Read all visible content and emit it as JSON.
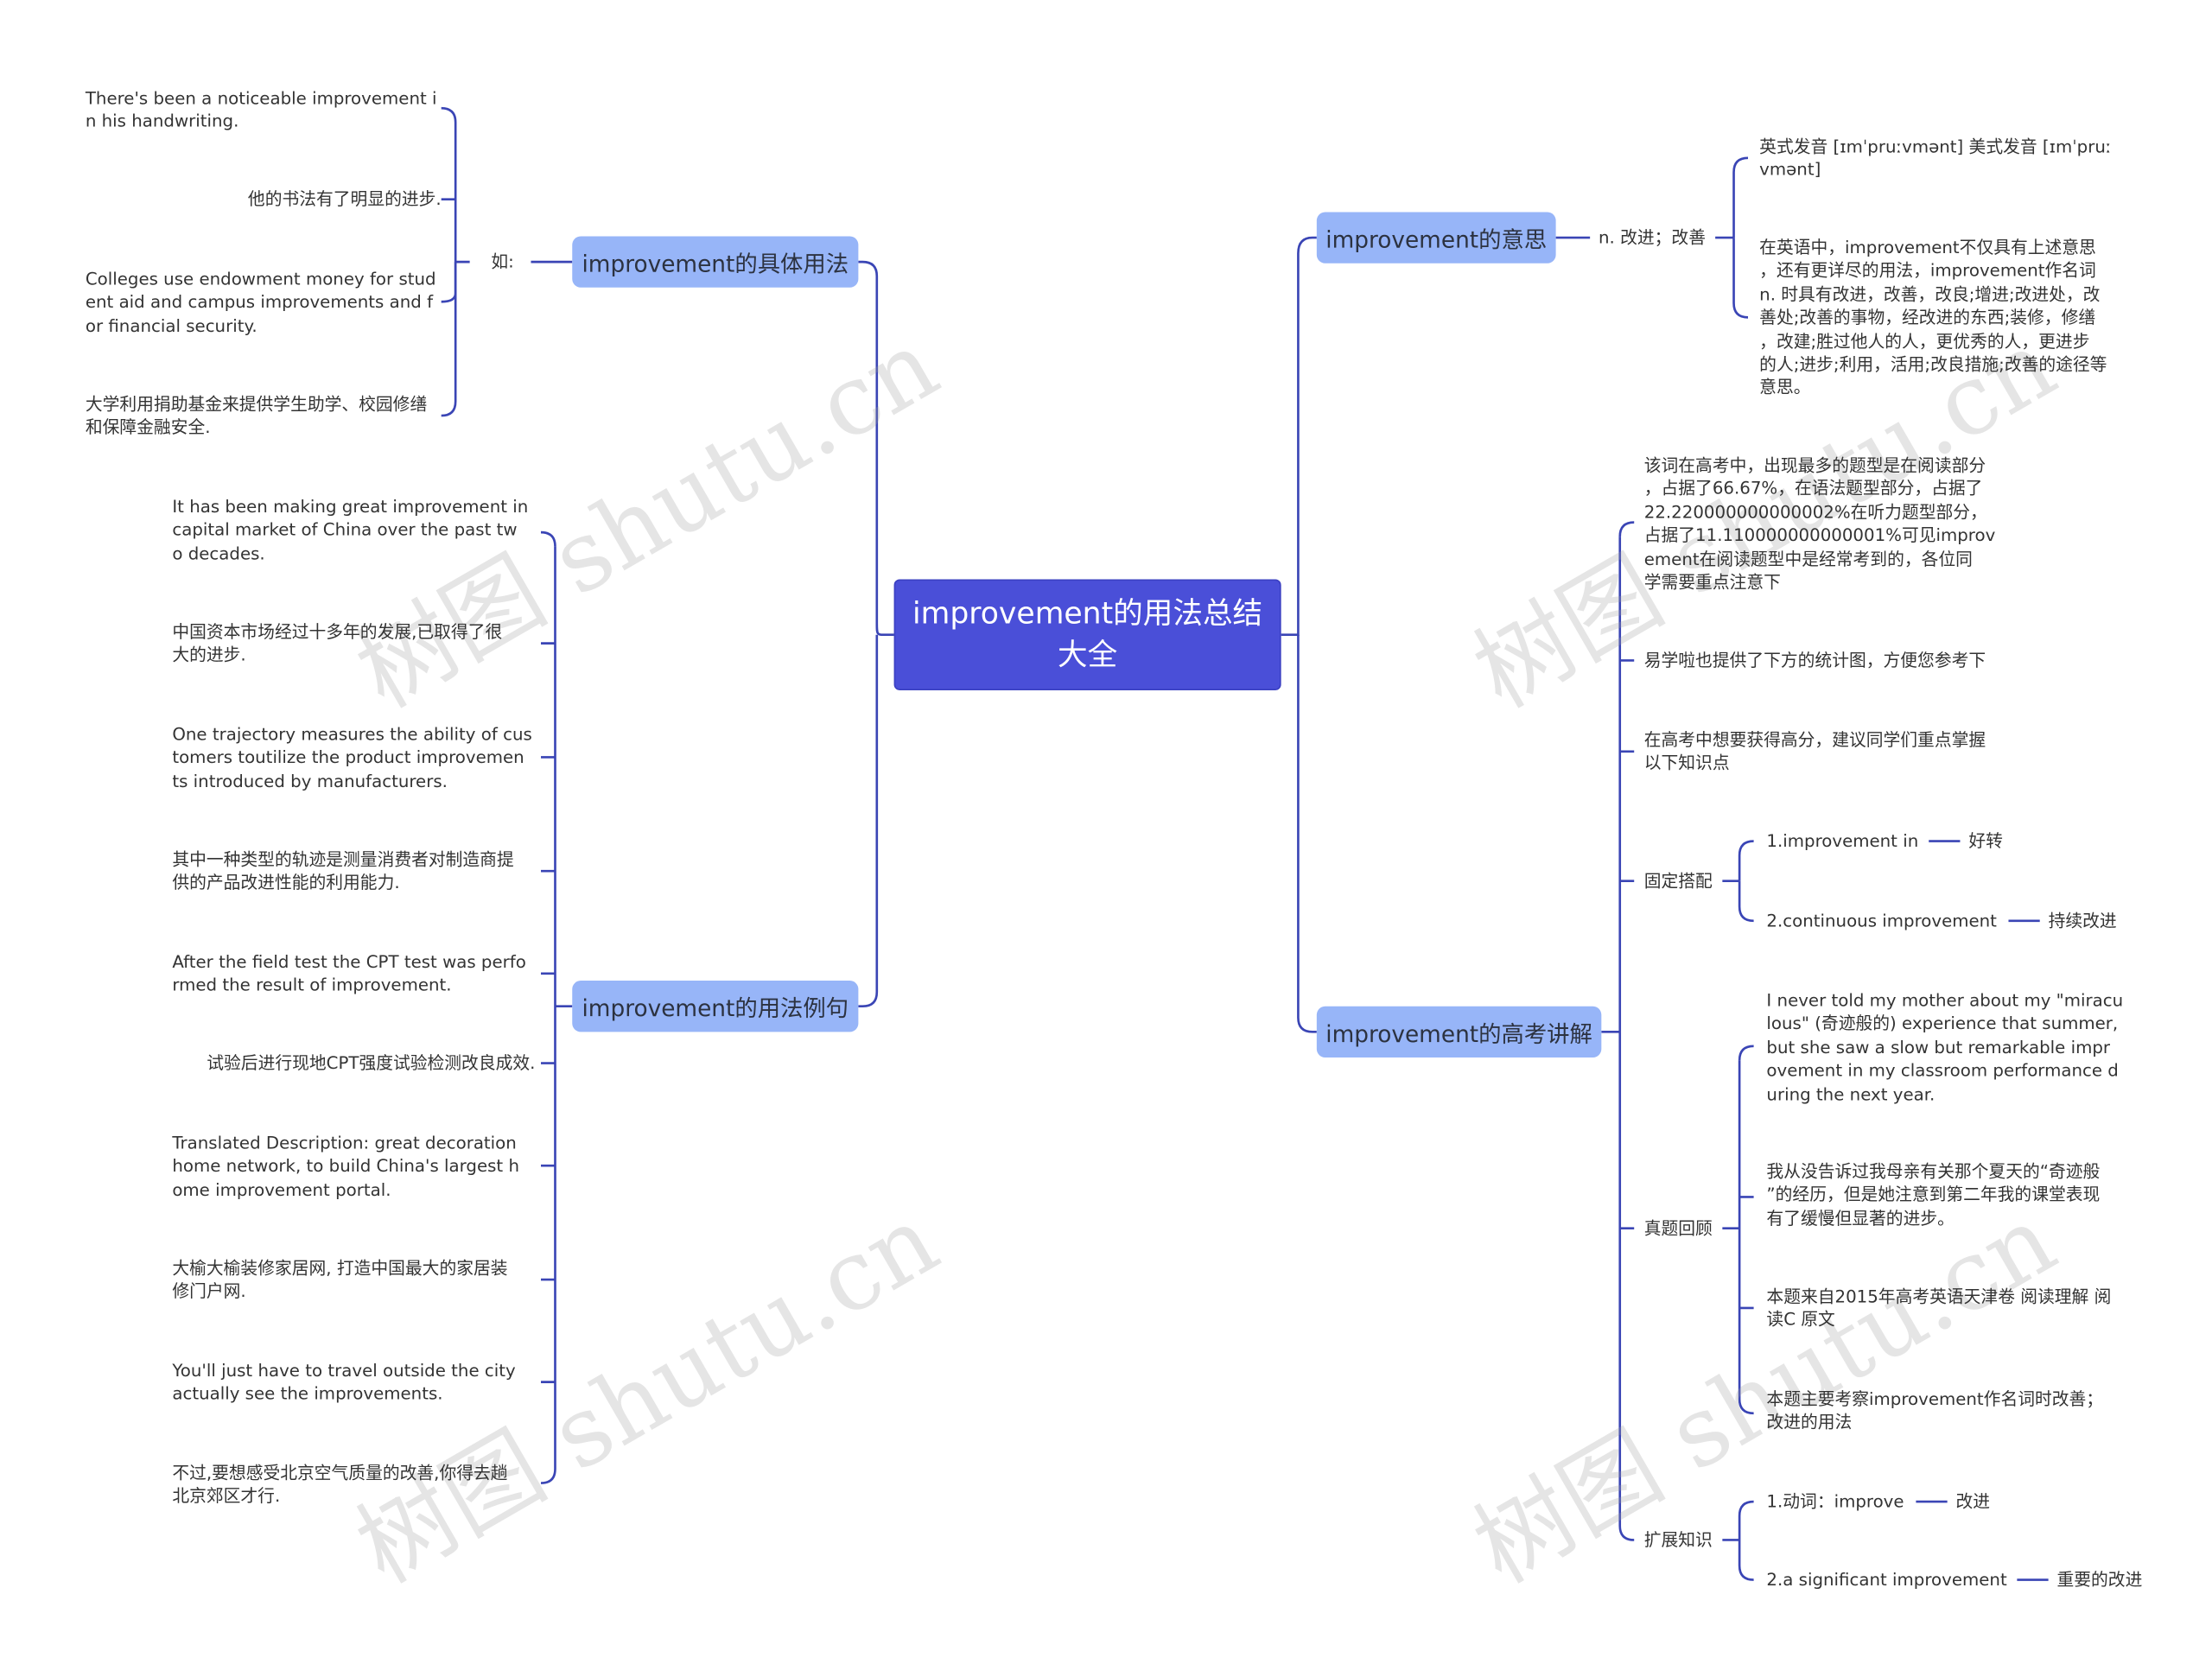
{
  "root": {
    "title": "improvement的用法总结大全"
  },
  "branches": {
    "specific_usage": "improvement的具体用法",
    "example_sentences": "improvement的用法例句",
    "meaning": "improvement的意思",
    "exam": "improvement的高考讲解"
  },
  "specific_usage": {
    "connector": "如:",
    "items": [
      "There's been a noticeable improvement i\nn his handwriting.",
      "他的书法有了明显的进步.",
      "Colleges use endowment money for stud\nent aid and campus improvements and f\nor financial security.",
      "大学利用捐助基金来提供学生助学、校园修缮\n和保障金融安全."
    ]
  },
  "examples": {
    "items": [
      "It has been making great improvement in\n capital market of China over the past tw\no decades.",
      "中国资本市场经过十多年的发展,已取得了很\n大的进步.",
      "One trajectory measures the ability of cus\ntomers toutilize the product improvemen\nts introduced by manufacturers.",
      "其中一种类型的轨迹是测量消费者对制造商提\n供的产品改进性能的利用能力.",
      "After the field test the CPT test was perfo\nrmed the result of improvement.",
      "试验后进行现地CPT强度试验检测改良成效.",
      "Translated Description: great decoration\nhome network, to build China's largest h\nome improvement portal.",
      "大榆大榆装修家居网, 打造中国最大的家居装\n修门户网.",
      "You'll just have to travel outside the city\nactually see the improvements.",
      "不过,要想感受北京空气质量的改善,你得去趟\n北京郊区才行."
    ]
  },
  "meaning": {
    "pos": "n. 改进；改善",
    "pronunciation": "英式发音 [ɪmˈpruːvmənt] 美式发音 [ɪmˈpruː\nvmənt]",
    "detail": "在英语中，improvement不仅具有上述意思\n，还有更详尽的用法，improvement作名词\nn. 时具有改进，改善，改良;增进;改进处，改\n善处;改善的事物，经改进的东西;装修，修缮\n，改建;胜过他人的人，更优秀的人，更进步\n的人;进步;利用，活用;改良措施;改善的途径等\n意思。"
  },
  "exam": {
    "stats": "该词在高考中，出现最多的题型是在阅读部分\n，占据了66.67%，在语法题型部分，占据了\n22.220000000000002%在听力题型部分，\n占据了11.110000000000001%可见improv\nement在阅读题型中是经常考到的，各位同\n学需要重点注意下",
    "chart_note": "易学啦也提供了下方的统计图，方便您参考下",
    "advice": "在高考中想要获得高分，建议同学们重点掌握\n以下知识点",
    "fixed": {
      "label": "固定搭配",
      "items": [
        {
          "phrase": "1.improvement in",
          "meaning": "好转"
        },
        {
          "phrase": "2.continuous improvement",
          "meaning": "持续改进"
        }
      ]
    },
    "review": {
      "label": "真题回顾",
      "items": [
        "I never told my mother about my \"miracu\nlous\" (奇迹般的) experience that summer,\n but she saw a slow but remarkable impr\novement in my classroom performance d\nuring the next year.",
        "我从没告诉过我母亲有关那个夏天的“奇迹般\n”的经历，但是她注意到第二年我的课堂表现\n有了缓慢但显著的进步。",
        "本题来自2015年高考英语天津卷 阅读理解 阅\n读C 原文",
        "本题主要考察improvement作名词时改善；\n改进的用法"
      ]
    },
    "extend": {
      "label": "扩展知识",
      "items": [
        {
          "phrase": "1.动词：improve",
          "meaning": "改进"
        },
        {
          "phrase": "2.a significant improvement",
          "meaning": "重要的改进"
        }
      ]
    }
  },
  "watermark": "树图 shutu.cn",
  "colors": {
    "root": "#4a4fd8",
    "branch": "#97b5f8",
    "line": "#3a45b5"
  }
}
